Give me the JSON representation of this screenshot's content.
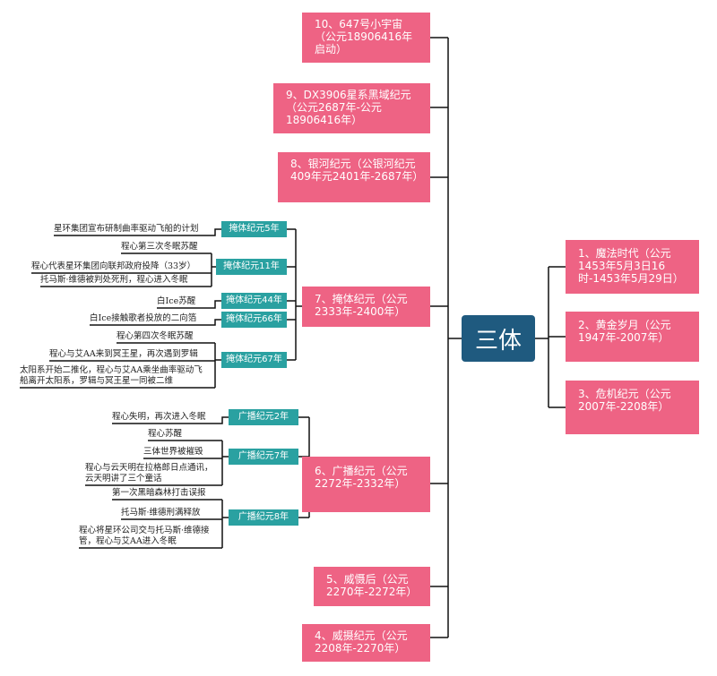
{
  "center": {
    "label": "三体"
  },
  "right": [
    {
      "id": "r1",
      "label": "1、魔法时代（公元1453年5月3日16时-1453年5月29日）"
    },
    {
      "id": "r2",
      "label": "2、黄金岁月（公元1947年-2007年）"
    },
    {
      "id": "r3",
      "label": "3、危机纪元（公元2007年-2208年）"
    }
  ],
  "left": [
    {
      "id": "l10",
      "label": "10、647号小宇宙（公元18906416年启动）"
    },
    {
      "id": "l9",
      "label": "9、DX3906星系黑域纪元（公元2687年-公元18906416年）"
    },
    {
      "id": "l8",
      "label": "8、银河纪元（公银河纪元409年元2401年-2687年）"
    },
    {
      "id": "l7",
      "label": "7、掩体纪元（公元2333年-2400年）"
    },
    {
      "id": "l6",
      "label": "6、广播纪元（公元2272年-2332年）"
    },
    {
      "id": "l5",
      "label": "5、威慑后（公元2270年-2272年）"
    },
    {
      "id": "l4",
      "label": "4、威摄纪元（公元2208年-2270年）"
    }
  ],
  "subs": [
    {
      "id": "s5",
      "label": "掩体纪元5年"
    },
    {
      "id": "s11",
      "label": "掩体纪元11年"
    },
    {
      "id": "s44",
      "label": "掩体纪元44年"
    },
    {
      "id": "s66",
      "label": "掩体纪元66年"
    },
    {
      "id": "s67",
      "label": "掩体纪元67年"
    },
    {
      "id": "b2",
      "label": "广播纪元2年"
    },
    {
      "id": "b7",
      "label": "广播纪元7年"
    },
    {
      "id": "b8",
      "label": "广播纪元8年"
    }
  ],
  "leaves": [
    {
      "id": "t1",
      "label": "星环集团宣布研制曲率驱动飞船的计划"
    },
    {
      "id": "t2",
      "label": "程心第三次冬眠苏醒"
    },
    {
      "id": "t3",
      "label": "程心代表星环集团向联邦政府投降（33岁）"
    },
    {
      "id": "t4",
      "label": "托马斯·维德被判处死刑，程心进入冬眠"
    },
    {
      "id": "t5",
      "label": "白Ice苏醒"
    },
    {
      "id": "t6",
      "label": "白Ice接触歌者投放的二向箔"
    },
    {
      "id": "t7",
      "label": "程心第四次冬眠苏醒"
    },
    {
      "id": "t8",
      "label": "程心与艾AA来到冥王星，再次遇到罗辑"
    },
    {
      "id": "t9",
      "label": "太阳系开始二推化，程心与艾AA乘坐曲率驱动飞船离开太阳系，罗辑与冥王星一同被二维"
    },
    {
      "id": "t10",
      "label": "程心失明，再次进入冬眠"
    },
    {
      "id": "t11",
      "label": "程心苏醒"
    },
    {
      "id": "t12",
      "label": "三体世界被摧毁"
    },
    {
      "id": "t13",
      "label": "程心与云天明在拉格郎日点通讯，云天明讲了三个童话"
    },
    {
      "id": "t14",
      "label": "第一次黑暗森林打击误报"
    },
    {
      "id": "t15",
      "label": "托马斯·维德刑满释放"
    },
    {
      "id": "t16",
      "label": "程心将星环公司交与托马斯·维德接管，程心与艾AA进入冬眠"
    }
  ]
}
